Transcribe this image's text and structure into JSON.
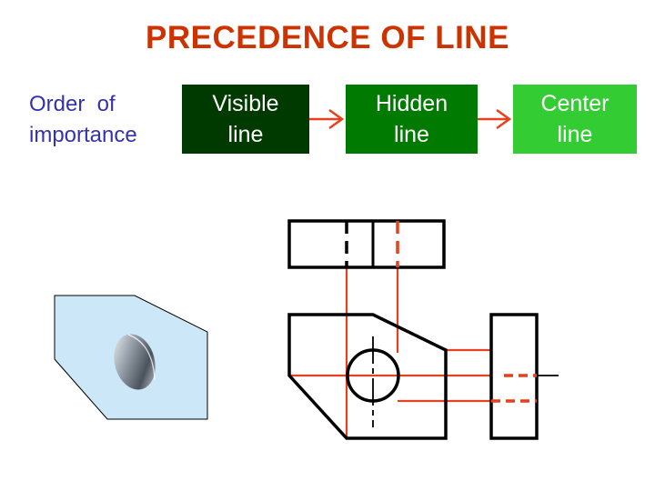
{
  "title": "PRECEDENCE  OF  LINE",
  "order_label": {
    "line1": "Order  of",
    "line2": "importance"
  },
  "boxes": [
    {
      "line1": "Visible",
      "line2": "line",
      "color": "#003a00"
    },
    {
      "line1": "Hidden",
      "line2": "line",
      "color": "#007a00"
    },
    {
      "line1": "Center",
      "line2": "line",
      "color": "#33cc33"
    }
  ],
  "colors": {
    "title": "#cc3300",
    "order_label": "#3333aa",
    "arrow": "#e8401c",
    "projection": "#e8401c",
    "outline": "#000000",
    "iso_face": "#cce8f8"
  }
}
